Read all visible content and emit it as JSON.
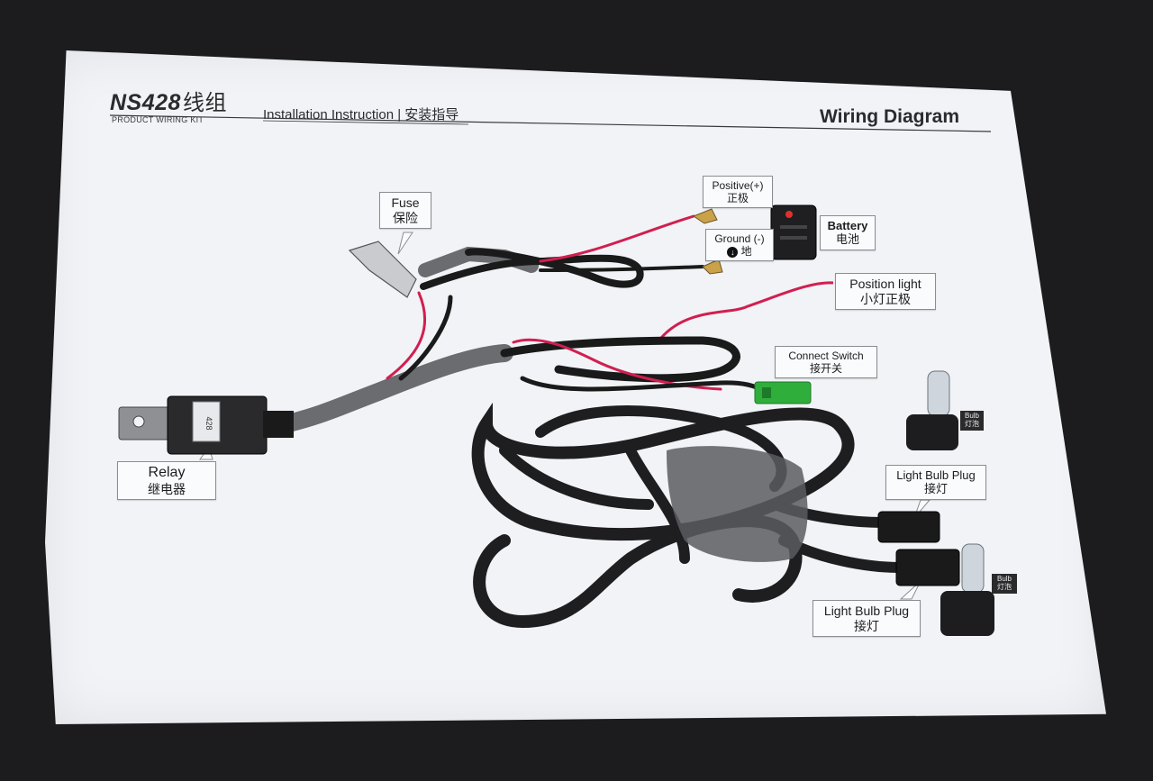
{
  "header": {
    "model": "NS428",
    "model_cn": "线组",
    "subtitle": "PRODUCT WIRING KIT",
    "instruction": "Installation Instruction | 安装指导",
    "title": "Wiring Diagram"
  },
  "labels": {
    "fuse": {
      "en": "Fuse",
      "cn": "保险"
    },
    "positive": {
      "en": "Positive(+)",
      "cn": "正极"
    },
    "ground": {
      "en": "Ground (-)",
      "cn": "地"
    },
    "battery": {
      "en": "Battery",
      "cn": "电池"
    },
    "position_light": {
      "en": "Position light",
      "cn": "小灯正极"
    },
    "connect_switch": {
      "en": "Connect Switch",
      "cn": "接开关"
    },
    "relay": {
      "en": "Relay",
      "cn": "继电器"
    },
    "relay_marking": "428",
    "bulb_plug_upper": {
      "en": "Light Bulb Plug",
      "cn": "接灯"
    },
    "bulb_plug_lower": {
      "en": "Light Bulb Plug",
      "cn": "接灯"
    },
    "bulb_tag_upper": {
      "en": "Bulb",
      "cn": "灯泡"
    },
    "bulb_tag_lower": {
      "en": "Bulb",
      "cn": "灯泡"
    }
  },
  "colors": {
    "paper": "#f1f3f7",
    "background": "#1c1c1e",
    "wire_black": "#1a1a1a",
    "wire_red": "#d11f4f",
    "switch_green": "#2fae3c",
    "battery_red_terminal": "#e0302a"
  }
}
